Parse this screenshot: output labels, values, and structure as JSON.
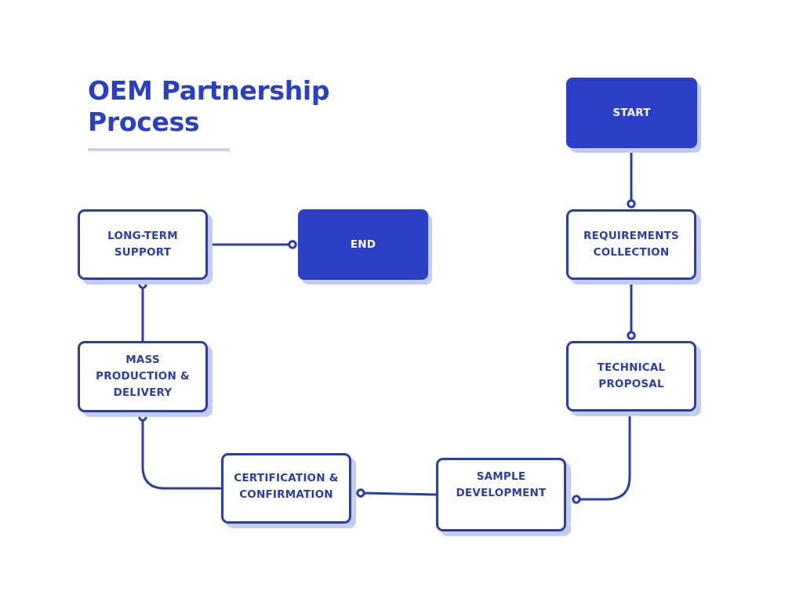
{
  "title": {
    "line1": "OEM Partnership",
    "line2": "Process"
  },
  "colors": {
    "title": "#2a3fc1",
    "node_border": "#2b3ea5",
    "node_fill": "#2a3ec6",
    "shadow": "#c3cdef",
    "underline": "#c6d2e9"
  },
  "nodes": {
    "start": "START",
    "requirements": "REQUIREMENTS\nCOLLECTION",
    "technical": "TECHNICAL\nPROPOSAL",
    "sample": "SAMPLE\nDEVELOPMENT",
    "certification": "CERTIFICATION &\nCONFIRMATION",
    "mass_production": "MASS\nPRODUCTION &\nDELIVERY",
    "long_term": "LONG-TERM\nSUPPORT",
    "end": "END"
  },
  "flow": [
    "start",
    "requirements",
    "technical",
    "sample",
    "certification",
    "mass_production",
    "long_term",
    "end"
  ]
}
